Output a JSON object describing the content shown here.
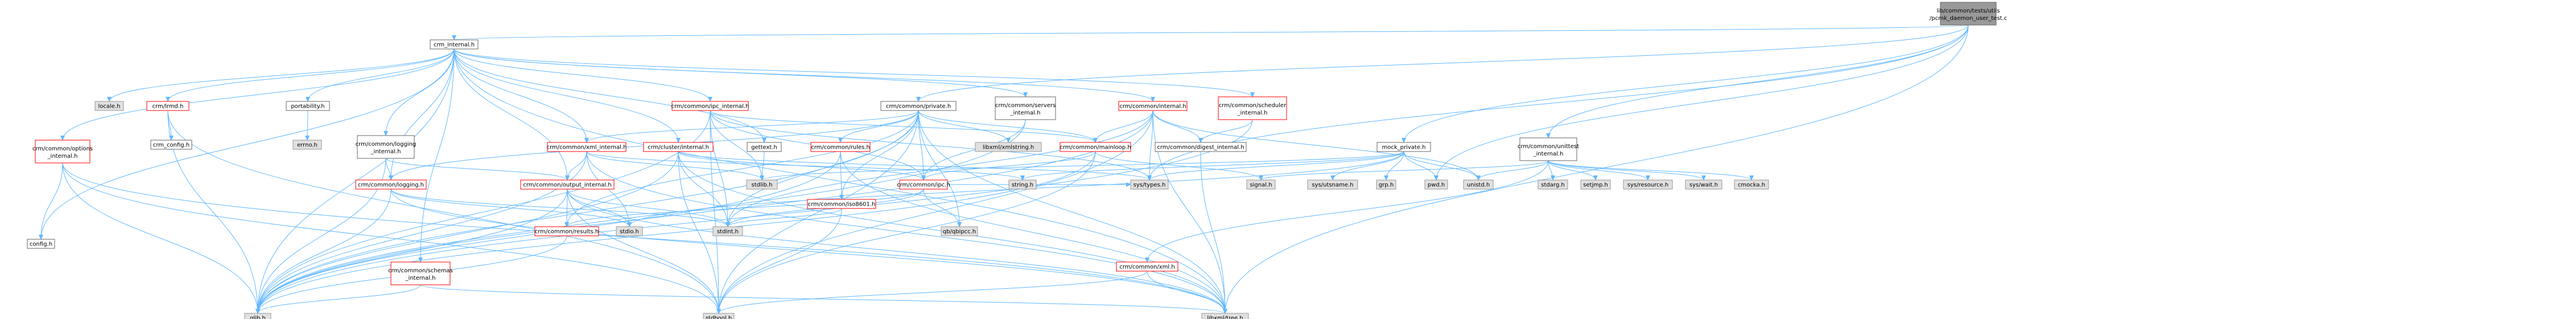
{
  "diagram": {
    "type": "include-dependency-graph",
    "colors": {
      "root_fill": "#999999",
      "root_border": "#666666",
      "local_fill": "#ffffff",
      "local_border": "#666666",
      "error_border": "#ff0000",
      "system_fill": "#e0e0e0",
      "system_border": "#999999",
      "edge": "#63b8ff",
      "text": "#000000"
    },
    "nodes": [
      {
        "id": "root",
        "label": "lib/common/tests/utils/pcmk_daemon_user_test.c",
        "kind": "root"
      },
      {
        "id": "crm_internal",
        "label": "crm_internal.h",
        "kind": "local"
      },
      {
        "id": "locale",
        "label": "locale.h",
        "kind": "system"
      },
      {
        "id": "lrmd",
        "label": "crm/lrmd.h",
        "kind": "error"
      },
      {
        "id": "options_int",
        "label": "crm/common/options_internal.h",
        "kind": "error"
      },
      {
        "id": "config",
        "label": "config.h",
        "kind": "local"
      },
      {
        "id": "portability",
        "label": "portability.h",
        "kind": "local"
      },
      {
        "id": "crm_config",
        "label": "crm_config.h",
        "kind": "local"
      },
      {
        "id": "errno",
        "label": "errno.h",
        "kind": "system"
      },
      {
        "id": "logging_int",
        "label": "crm/common/logging_internal.h",
        "kind": "local"
      },
      {
        "id": "logging",
        "label": "crm/common/logging.h",
        "kind": "error"
      },
      {
        "id": "schemas_int",
        "label": "crm/common/schemas_internal.h",
        "kind": "error"
      },
      {
        "id": "glib",
        "label": "glib.h",
        "kind": "system"
      },
      {
        "id": "ipc_int",
        "label": "crm/common/ipc_internal.h",
        "kind": "error"
      },
      {
        "id": "xml_int",
        "label": "crm/common/xml_internal.h",
        "kind": "error"
      },
      {
        "id": "cluster_int",
        "label": "crm/cluster/internal.h",
        "kind": "error"
      },
      {
        "id": "output_int",
        "label": "crm/common/output_internal.h",
        "kind": "error"
      },
      {
        "id": "results",
        "label": "crm/common/results.h",
        "kind": "error"
      },
      {
        "id": "stdio",
        "label": "stdio.h",
        "kind": "system"
      },
      {
        "id": "stdint",
        "label": "stdint.h",
        "kind": "system"
      },
      {
        "id": "stdbool",
        "label": "stdbool.h",
        "kind": "system"
      },
      {
        "id": "libxml_tree",
        "label": "libxml/tree.h",
        "kind": "system"
      },
      {
        "id": "gettext",
        "label": "gettext.h",
        "kind": "local"
      },
      {
        "id": "stdlib",
        "label": "stdlib.h",
        "kind": "system"
      },
      {
        "id": "common_private",
        "label": "crm/common/private.h",
        "kind": "local"
      },
      {
        "id": "libxml_xmlstring",
        "label": "libxml/xmlstring.h",
        "kind": "system"
      },
      {
        "id": "rules",
        "label": "crm/common/rules.h",
        "kind": "error"
      },
      {
        "id": "iso8601",
        "label": "crm/common/iso8601.h",
        "kind": "error"
      },
      {
        "id": "ipc",
        "label": "crm/common/ipc.h",
        "kind": "error"
      },
      {
        "id": "qbipcc",
        "label": "qb/qbipcc.h",
        "kind": "system"
      },
      {
        "id": "servers_int",
        "label": "crm/common/servers_internal.h",
        "kind": "local"
      },
      {
        "id": "common_int",
        "label": "crm/common/internal.h",
        "kind": "error"
      },
      {
        "id": "mainloop",
        "label": "crm/common/mainloop.h",
        "kind": "error"
      },
      {
        "id": "string",
        "label": "string.h",
        "kind": "system"
      },
      {
        "id": "systypes",
        "label": "sys/types.h",
        "kind": "system"
      },
      {
        "id": "sched_int",
        "label": "crm/common/scheduler_internal.h",
        "kind": "error"
      },
      {
        "id": "digest_int",
        "label": "crm/common/digest_internal.h",
        "kind": "local"
      },
      {
        "id": "signal",
        "label": "signal.h",
        "kind": "system"
      },
      {
        "id": "mock_private",
        "label": "mock_private.h",
        "kind": "local"
      },
      {
        "id": "sysutsname",
        "label": "sys/utsname.h",
        "kind": "system"
      },
      {
        "id": "grp",
        "label": "grp.h",
        "kind": "system"
      },
      {
        "id": "pwd",
        "label": "pwd.h",
        "kind": "system"
      },
      {
        "id": "unistd",
        "label": "unistd.h",
        "kind": "system"
      },
      {
        "id": "crm_xml",
        "label": "crm/common/xml.h",
        "kind": "error"
      },
      {
        "id": "unittest_int",
        "label": "crm/common/unittest_internal.h",
        "kind": "local"
      },
      {
        "id": "stdarg",
        "label": "stdarg.h",
        "kind": "system"
      },
      {
        "id": "setjmp",
        "label": "setjmp.h",
        "kind": "system"
      },
      {
        "id": "sysresource",
        "label": "sys/resource.h",
        "kind": "system"
      },
      {
        "id": "syswait",
        "label": "sys/wait.h",
        "kind": "system"
      },
      {
        "id": "cmocka",
        "label": "cmocka.h",
        "kind": "system"
      }
    ],
    "edges": [
      [
        "root",
        "crm_internal"
      ],
      [
        "root",
        "common_private"
      ],
      [
        "root",
        "mock_private"
      ],
      [
        "root",
        "unittest_int"
      ],
      [
        "root",
        "pwd"
      ],
      [
        "root",
        "libxml_tree"
      ],
      [
        "root",
        "systypes"
      ],
      [
        "crm_internal",
        "locale"
      ],
      [
        "crm_internal",
        "lrmd"
      ],
      [
        "crm_internal",
        "options_int"
      ],
      [
        "crm_internal",
        "config"
      ],
      [
        "crm_internal",
        "portability"
      ],
      [
        "crm_internal",
        "glib"
      ],
      [
        "crm_internal",
        "logging_int"
      ],
      [
        "crm_internal",
        "logging"
      ],
      [
        "crm_internal",
        "ipc_int"
      ],
      [
        "crm_internal",
        "xml_int"
      ],
      [
        "crm_internal",
        "cluster_int"
      ],
      [
        "crm_internal",
        "gettext"
      ],
      [
        "crm_internal",
        "output_int"
      ],
      [
        "crm_internal",
        "schemas_int"
      ],
      [
        "crm_internal",
        "servers_int"
      ],
      [
        "crm_internal",
        "common_int"
      ],
      [
        "crm_internal",
        "sched_int"
      ],
      [
        "crm_internal",
        "libxml_tree"
      ],
      [
        "lrmd",
        "crm_config"
      ],
      [
        "lrmd",
        "glib"
      ],
      [
        "lrmd",
        "stdbool"
      ],
      [
        "options_int",
        "config"
      ],
      [
        "options_int",
        "glib"
      ],
      [
        "options_int",
        "libxml_tree"
      ],
      [
        "options_int",
        "stdbool"
      ],
      [
        "portability",
        "errno"
      ],
      [
        "logging_int",
        "logging"
      ],
      [
        "logging_int",
        "glib"
      ],
      [
        "logging_int",
        "output_int"
      ],
      [
        "logging",
        "glib"
      ],
      [
        "logging",
        "stdio"
      ],
      [
        "logging",
        "stdint"
      ],
      [
        "logging",
        "libxml_tree"
      ],
      [
        "schemas_int",
        "glib"
      ],
      [
        "schemas_int",
        "libxml_tree"
      ],
      [
        "ipc_int",
        "stdbool"
      ],
      [
        "ipc_int",
        "stdint"
      ],
      [
        "ipc_int",
        "stdlib"
      ],
      [
        "ipc_int",
        "systypes"
      ],
      [
        "ipc_int",
        "glib"
      ],
      [
        "ipc_int",
        "ipc"
      ],
      [
        "ipc_int",
        "mainloop"
      ],
      [
        "xml_int",
        "stdlib"
      ],
      [
        "xml_int",
        "stdio"
      ],
      [
        "xml_int",
        "string"
      ],
      [
        "xml_int",
        "output_int"
      ],
      [
        "xml_int",
        "glib"
      ],
      [
        "xml_int",
        "libxml_tree"
      ],
      [
        "cluster_int",
        "stdbool"
      ],
      [
        "cluster_int",
        "stdint"
      ],
      [
        "cluster_int",
        "glib"
      ],
      [
        "cluster_int",
        "systypes"
      ],
      [
        "cluster_int",
        "libxml_tree"
      ],
      [
        "cluster_int",
        "ipc"
      ],
      [
        "output_int",
        "stdio"
      ],
      [
        "output_int",
        "libxml_tree"
      ],
      [
        "output_int",
        "results"
      ],
      [
        "output_int",
        "glib"
      ],
      [
        "output_int",
        "stdbool"
      ],
      [
        "output_int",
        "stdint"
      ],
      [
        "results",
        "glib"
      ],
      [
        "gettext",
        "stdlib"
      ],
      [
        "common_private",
        "stdbool"
      ],
      [
        "common_private",
        "stdint"
      ],
      [
        "common_private",
        "glib"
      ],
      [
        "common_private",
        "libxml_tree"
      ],
      [
        "common_private",
        "libxml_xmlstring"
      ],
      [
        "common_private",
        "rules"
      ],
      [
        "common_private",
        "iso8601"
      ],
      [
        "common_private",
        "ipc"
      ],
      [
        "common_private",
        "qbipcc"
      ],
      [
        "common_private",
        "mainloop"
      ],
      [
        "common_private",
        "xml_int"
      ],
      [
        "common_private",
        "logging"
      ],
      [
        "common_private",
        "results"
      ],
      [
        "rules",
        "glib"
      ],
      [
        "rules",
        "iso8601"
      ],
      [
        "rules",
        "libxml_tree"
      ],
      [
        "iso8601",
        "stdint"
      ],
      [
        "iso8601",
        "stdbool"
      ],
      [
        "ipc",
        "systypes"
      ],
      [
        "ipc",
        "qbipcc"
      ],
      [
        "ipc",
        "stdint"
      ],
      [
        "ipc",
        "results"
      ],
      [
        "servers_int",
        "ipc"
      ],
      [
        "servers_int",
        "glib"
      ],
      [
        "common_int",
        "unistd"
      ],
      [
        "common_int",
        "glib"
      ],
      [
        "common_int",
        "mainloop"
      ],
      [
        "common_int",
        "digest_int"
      ],
      [
        "common_int",
        "systypes"
      ],
      [
        "common_int",
        "stdbool"
      ],
      [
        "common_int",
        "stdint"
      ],
      [
        "common_int",
        "libxml_tree"
      ],
      [
        "mainloop",
        "signal"
      ],
      [
        "mainloop",
        "glib"
      ],
      [
        "mainloop",
        "stdbool"
      ],
      [
        "mainloop",
        "ipc"
      ],
      [
        "sched_int",
        "digest_int"
      ],
      [
        "sched_int",
        "glib"
      ],
      [
        "digest_int",
        "libxml_tree"
      ],
      [
        "mock_private",
        "pwd"
      ],
      [
        "mock_private",
        "stdio"
      ],
      [
        "mock_private",
        "stdlib"
      ],
      [
        "mock_private",
        "grp"
      ],
      [
        "mock_private",
        "sysutsname"
      ],
      [
        "mock_private",
        "unistd"
      ],
      [
        "mock_private",
        "systypes"
      ],
      [
        "mock_private",
        "string"
      ],
      [
        "unittest_int",
        "signal"
      ],
      [
        "unittest_int",
        "stdarg"
      ],
      [
        "unittest_int",
        "stddef_unused"
      ],
      [
        "unittest_int",
        "setjmp"
      ],
      [
        "unittest_int",
        "sysresource"
      ],
      [
        "unittest_int",
        "syswait"
      ],
      [
        "unittest_int",
        "unistd"
      ],
      [
        "unittest_int",
        "cmocka"
      ],
      [
        "unittest_int",
        "crm_xml"
      ],
      [
        "crm_xml",
        "libxml_tree"
      ],
      [
        "crm_xml",
        "stdbool"
      ]
    ]
  }
}
